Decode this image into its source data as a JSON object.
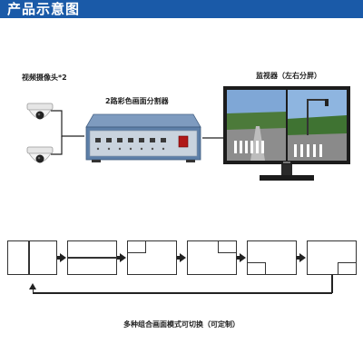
{
  "header": {
    "title": "产品示意图"
  },
  "labels": {
    "camera": "视频摄像头*2",
    "splitter": "2路彩色画面分割器",
    "monitor": "监视器（左右分屏）"
  },
  "caption": "多种组合画面模式可切换（可定制）",
  "colors": {
    "header_bg": "#1a5aa8",
    "splitter_body": "#5d7fa8",
    "monitor_frame": "#1c1c1c"
  }
}
